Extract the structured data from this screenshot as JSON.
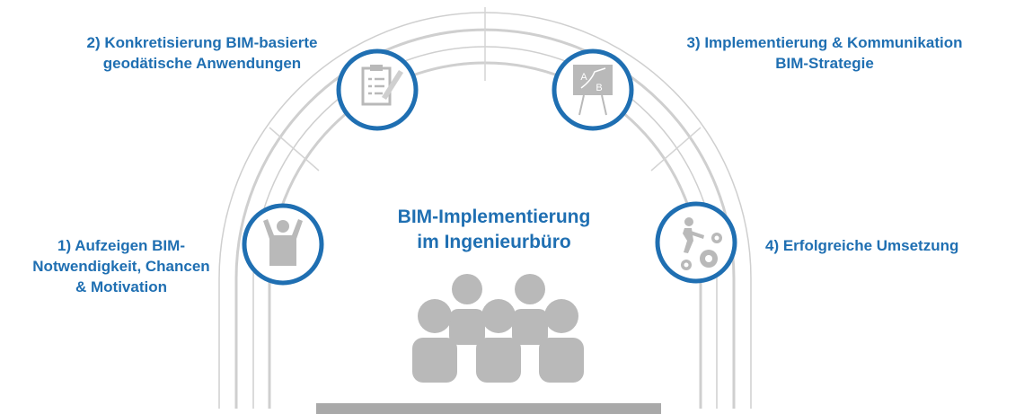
{
  "colors": {
    "accent": "#1f6fb2",
    "icon_gray": "#b9b9b9",
    "arc_gray": "#cfcfcf",
    "base_gray": "#a9a9a9"
  },
  "title": {
    "line1": "BIM-Implementierung",
    "line2": "im Ingenieurbüro"
  },
  "steps": [
    {
      "icon": "cheering-person-icon",
      "lines": [
        "1) Aufzeigen BIM-",
        "Notwendigkeit,  Chancen",
        "& Motivation"
      ]
    },
    {
      "icon": "clipboard-checklist-icon",
      "lines": [
        "2) Konkretisierung  BIM-basierte",
        "geodätische  Anwendungen"
      ]
    },
    {
      "icon": "presentation-board-icon",
      "lines": [
        "3) Implementierung  &  Kommunikation",
        "BIM-Strategie"
      ]
    },
    {
      "icon": "person-pushing-gears-icon",
      "lines": [
        "4) Erfolgreiche  Umsetzung"
      ]
    }
  ],
  "board_letters": {
    "a": "A",
    "b": "B"
  },
  "audience_icon": "group-of-people-icon"
}
